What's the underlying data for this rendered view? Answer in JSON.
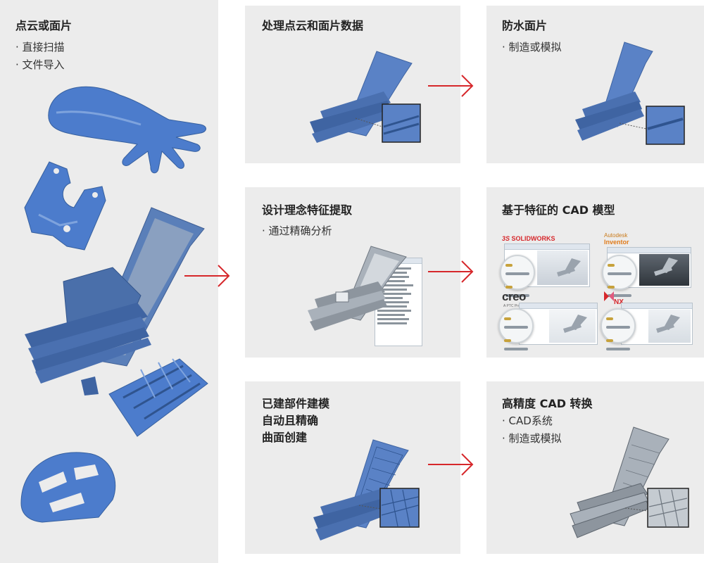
{
  "colors": {
    "panel_bg": "#ececec",
    "arrow": "#d6272b",
    "model_blue": "#4c7ccc",
    "model_gray": "#9aa3ad"
  },
  "left_panel": {
    "title": "点云或面片",
    "bullets": [
      "· 直接扫描",
      "· 文件导入"
    ]
  },
  "panels": {
    "process": {
      "title": "处理点云和面片数据"
    },
    "watertight": {
      "title": "防水面片",
      "bullets": [
        "· 制造或模拟"
      ]
    },
    "design_intent": {
      "title": "设计理念特征提取",
      "bullets": [
        "· 通过精确分析"
      ]
    },
    "feature_cad": {
      "title": "基于特征的 CAD 模型"
    },
    "surfacing": {
      "title_lines": [
        "已建部件建模",
        "自动且精确",
        "曲面创建"
      ]
    },
    "high_precision": {
      "title": "高精度 CAD 转换",
      "bullets": [
        "· CAD系统",
        "· 制造或模拟"
      ]
    }
  },
  "cad_logos": {
    "solidworks": "SOLIDWORKS",
    "autodesk": "Autodesk",
    "inventor": "Inventor",
    "creo": "creo",
    "creo_sub": "A PTC Product",
    "nx": "NX"
  }
}
